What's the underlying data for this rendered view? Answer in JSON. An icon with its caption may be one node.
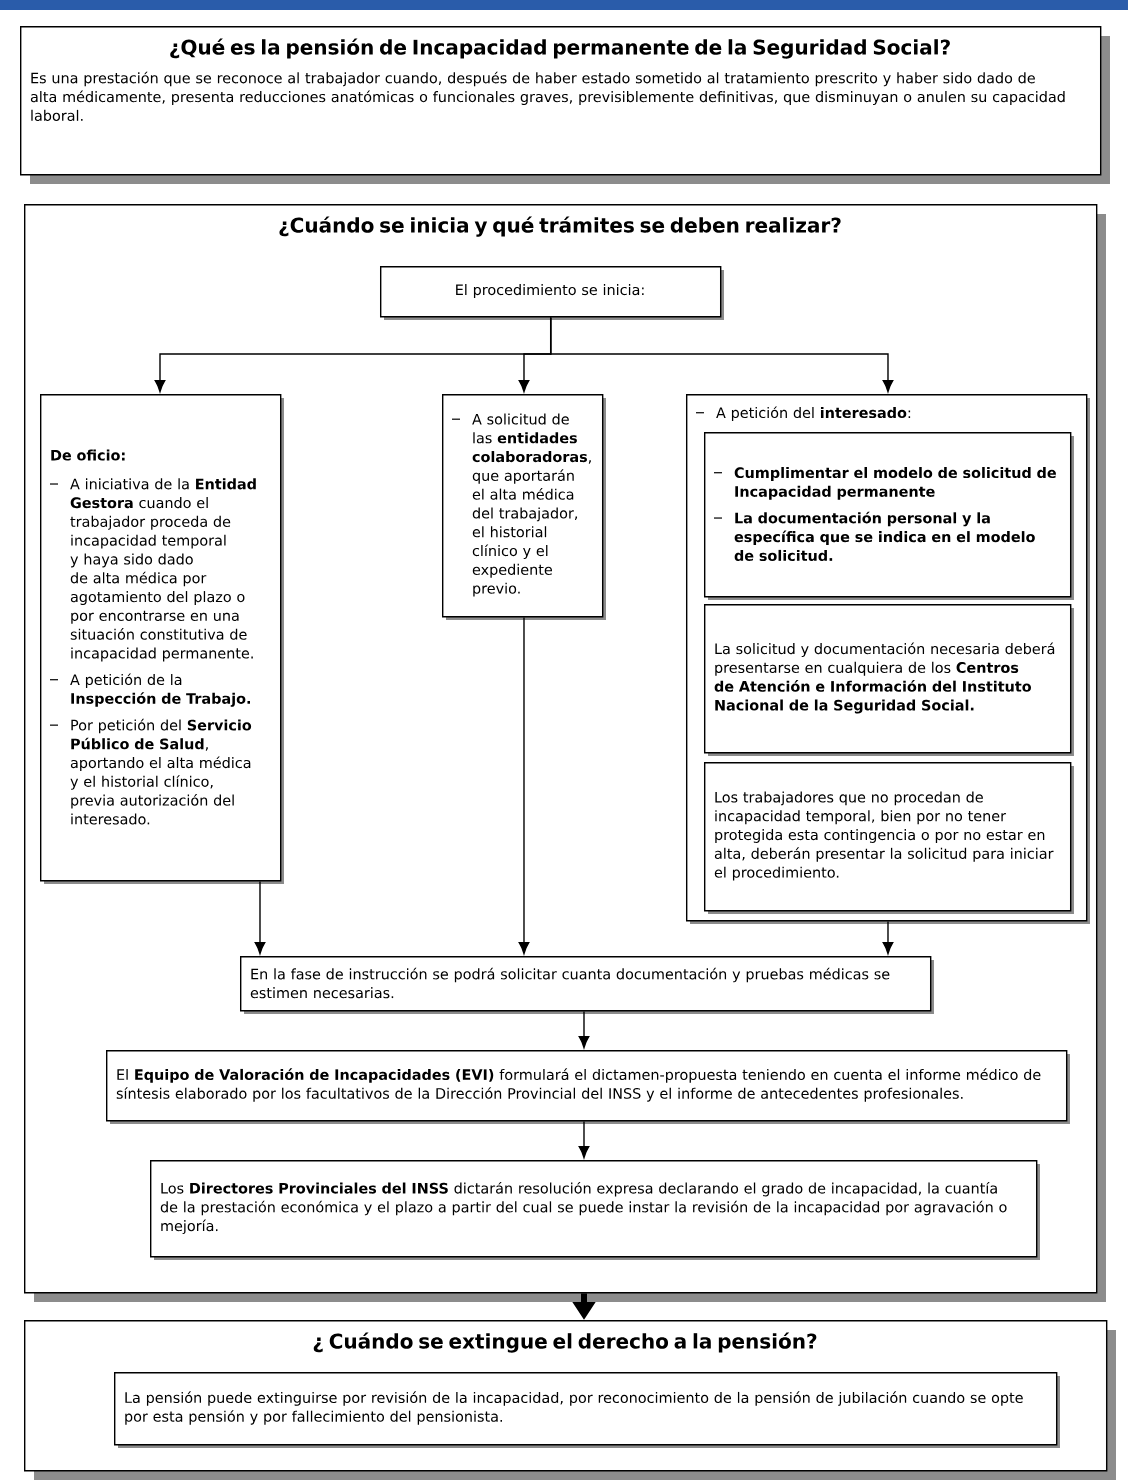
{
  "diagram": {
    "nodes": [
      {
        "text": [
          "¿Qué es la pensión de Incapacidad permanente de la Seguridad Social?",
          "Es una prestación que se reconoce al trabajador cuando, después de haber estado sometido al tratamiento prescrito y haber sido dado de alta médicamente, presenta reducciones anatómicas o funcionales graves, previsiblemente definitivas, que disminuyan o anulen su capacidad laboral."
        ]
      },
      {
        "text": [
          "¿Cuándo se inicia y qué trámites se deben realizar?"
        ]
      },
      {
        "text": [
          "El procedimiento se inicia:"
        ],
        "in": 1
      },
      {
        "text": [
          "De oficio:",
          "A iniciativa de la **Entidad Gestora** cuando el trabajador proceda de incapacidad temporal y haya sido dado de alta médica por agotamiento del plazo o por encontrarse en una situación constitutiva de incapacidad permanente.",
          "A petición de la **Inspección de Trabajo.**",
          "Por petición del **Servicio Público de Salud**, aportando el alta médica y el historial clínico, previa autorización del interesado."
        ],
        "in": 1
      },
      {
        "text": [
          "A solicitud de las **entidades colaboradoras**, que aportarán el alta médica del trabajador, el historial clínico y el expediente previo."
        ],
        "in": 1
      },
      {
        "text": [
          "A petición del **interesado**:"
        ],
        "in": 1
      },
      {
        "text": [
          "Cumplimentar el modelo de solicitud de Incapacidad permanente",
          "La documentación personal y la específica que se indica en el modelo de solicitud."
        ],
        "in": 5
      },
      {
        "text": [
          "La solicitud y documentación necesaria deberá presentarse en cualquiera de los **Centros de Atención e Información del Instituto Nacional de la Seguridad Social.**"
        ],
        "in": 5
      },
      {
        "text": [
          "Los trabajadores que no procedan de incapacidad temporal, bien por no tener protegida esta contingencia o por no estar en alta, deberán presentar la solicitud para iniciar el procedimiento."
        ],
        "in": 5
      },
      {
        "text": [
          "En la fase de instrucción se podrá solicitar cuanta documentación y pruebas médicas se estimen necesarias."
        ],
        "in": 1
      },
      {
        "text": [
          "El **Equipo de Valoración de Incapacidades (EVI)** formulará el dictamen-propuesta teniendo en cuenta el informe médico de síntesis elaborado por los facultativos de la Dirección Provincial del INSS y el informe de antecedentes profesionales."
        ],
        "in": 1
      },
      {
        "text": [
          "Los **Directores Provinciales del INSS** dictarán resolución expresa declarando el grado de incapacidad, la cuantía de la prestación económica y el plazo a partir del cual se puede instar la revisión de la incapacidad por agravación o mejoría."
        ],
        "in": 1
      },
      {
        "text": [
          "¿ Cuándo se extingue el derecho a la pensión?"
        ]
      },
      {
        "text": [
          "La pensión puede extinguirse por revisión de la incapacidad, por reconocimiento de la pensión de jubilación cuando se opte por esta pensión y por fallecimiento del pensionista."
        ],
        "in": 12
      }
    ],
    "edges": [
      {
        "from": 2,
        "to": 3,
        "arrow": "to"
      },
      {
        "from": 2,
        "to": 4,
        "arrow": "to"
      },
      {
        "from": 2,
        "to": 5,
        "arrow": "to"
      },
      {
        "from": 3,
        "to": 9,
        "arrow": "to"
      },
      {
        "from": 4,
        "to": 9,
        "arrow": "to"
      },
      {
        "from": 5,
        "to": 9,
        "arrow": "to"
      },
      {
        "from": 9,
        "to": 10,
        "arrow": "to"
      },
      {
        "from": 10,
        "to": 11,
        "arrow": "to"
      },
      {
        "from": 1,
        "to": 12,
        "arrow": "to",
        "style": "thick"
      }
    ]
  }
}
